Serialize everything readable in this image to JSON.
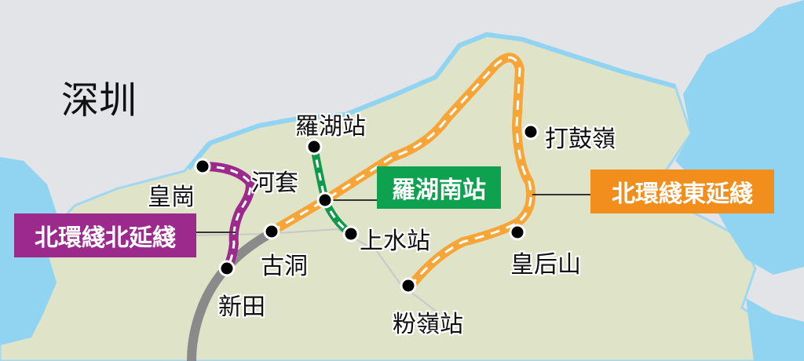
{
  "city": "深圳",
  "lines": {
    "north_ext": {
      "label": "北環綫北延綫",
      "color": "#9c2a8d"
    },
    "east_ext": {
      "label": "北環綫東延綫",
      "color": "#f28e1c"
    },
    "lok_ma_chau": {
      "label": "羅湖南站",
      "color": "#0ea14f"
    }
  },
  "stations": {
    "wong_kong": "皇崗",
    "ho_tao": "河套",
    "lo_wu": "羅湖站",
    "sheung_shui": "上水站",
    "kwu_tung": "古洞",
    "san_tin": "新田",
    "ta_kwu_ling": "打鼓嶺",
    "wong_hau_shan": "皇后山",
    "fanling": "粉嶺站"
  },
  "colors": {
    "land": "#dfe3c8",
    "water": "#90d4f2",
    "background": "#e3e4e8",
    "existing_rail": "#8a8a8a"
  }
}
